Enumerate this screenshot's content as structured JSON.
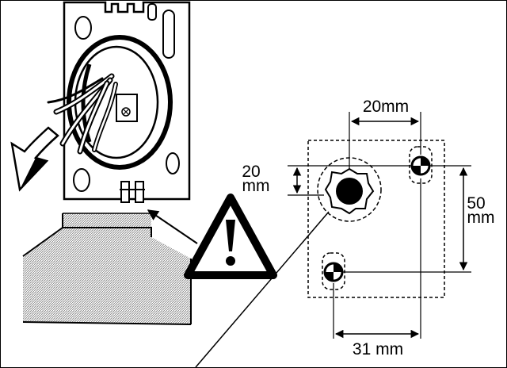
{
  "dimensions": {
    "top_spacing": "20mm",
    "vertical_offset_value": "20",
    "vertical_offset_unit": "mm",
    "hole_spacing_value": "50",
    "hole_spacing_unit": "mm",
    "bottom_spacing": "31 mm"
  },
  "icons": {
    "warning": "warning-triangle-icon",
    "arrow": "arrow-icon"
  },
  "colors": {
    "line": "#000000",
    "hatch": "#a0a0a0",
    "background": "#ffffff"
  }
}
